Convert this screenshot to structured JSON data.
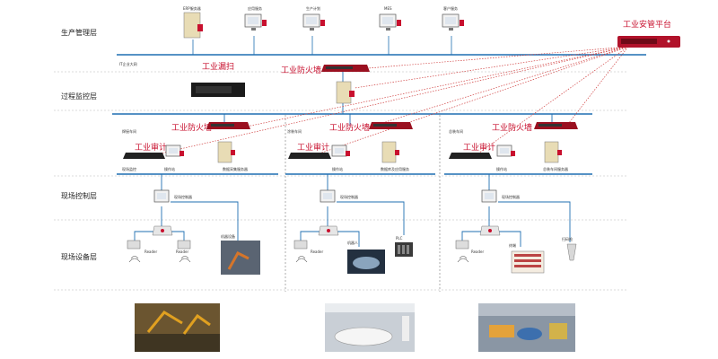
{
  "layers": {
    "production": "生产管理层",
    "process": "过程监控层",
    "field_control": "现场控制层",
    "field_device": "现场设备层"
  },
  "platform_label": "工业安管平台",
  "top_scan_label": "工业漏扫",
  "top_firewall_label": "工业防火墙",
  "network_label": "IT企业大网",
  "top_servers": [
    "ERP服务器",
    "应用服务",
    "生产计划",
    "MES",
    "客户服务"
  ],
  "workshops": [
    {
      "name": "焊接车间",
      "firewall": "工业防火墙",
      "audit": "工业审计",
      "station_left": "现场监控",
      "station_mid": "操作站",
      "server": "数据采集服务器",
      "controller": "现场控制器",
      "devices": [
        "Reader",
        "Reader",
        "机器设备"
      ]
    },
    {
      "name": "涂装车间",
      "firewall": "工业防火墙",
      "audit": "工业审计",
      "station_left": "",
      "station_mid": "操作站",
      "server": "数据库及应用服务",
      "controller": "现场控制器",
      "devices": [
        "Reader",
        "机器人",
        "PLC"
      ]
    },
    {
      "name": "总装车间",
      "firewall": "工业防火墙",
      "audit": "工业审计",
      "station_left": "",
      "station_mid": "操作站",
      "server": "总装车间服务器",
      "controller": "现场控制器",
      "devices": [
        "Reader",
        "终端",
        "扫码枪"
      ]
    }
  ],
  "colors": {
    "accent": "#c8102e",
    "network_line": "#1f6fb2",
    "dotted_link": "#d04040"
  }
}
